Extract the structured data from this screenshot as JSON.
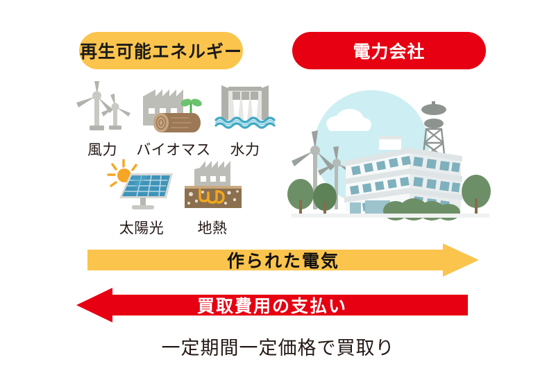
{
  "diagram": {
    "title_left": "再生可能エネルギー",
    "title_right": "電力会社",
    "colors": {
      "renewable_pill": "#fbc44d",
      "utility_pill": "#e60012",
      "supply_arrow": "#fbc44d",
      "payment_arrow": "#e60012",
      "sky_circle": "#cdeef2",
      "text_dark": "#231815"
    }
  },
  "energy_sources": [
    {
      "id": "wind",
      "label": "風力",
      "icon": "wind-turbine-icon"
    },
    {
      "id": "biomass",
      "label": "バイオマス",
      "icon": "biomass-factory-log-icon"
    },
    {
      "id": "hydro",
      "label": "水力",
      "icon": "hydro-dam-icon"
    },
    {
      "id": "solar",
      "label": "太陽光",
      "icon": "solar-panel-sun-icon"
    },
    {
      "id": "geothermal",
      "label": "地熱",
      "icon": "geothermal-plant-icon"
    }
  ],
  "utility": {
    "illustration": "power-company-building-illustration",
    "parts": [
      "sky-circle",
      "cloud",
      "wind-turbines",
      "office-building",
      "transmission-tower",
      "trees"
    ]
  },
  "flows": [
    {
      "id": "supply",
      "label": "作られた電気",
      "direction": "right",
      "color": "#fbc44d",
      "text_color": "#111111"
    },
    {
      "id": "payment",
      "label": "買取費用の支払い",
      "direction": "left",
      "color": "#e60012",
      "text_color": "#ffffff"
    }
  ],
  "caption": "一定期間一定価格で買取り"
}
